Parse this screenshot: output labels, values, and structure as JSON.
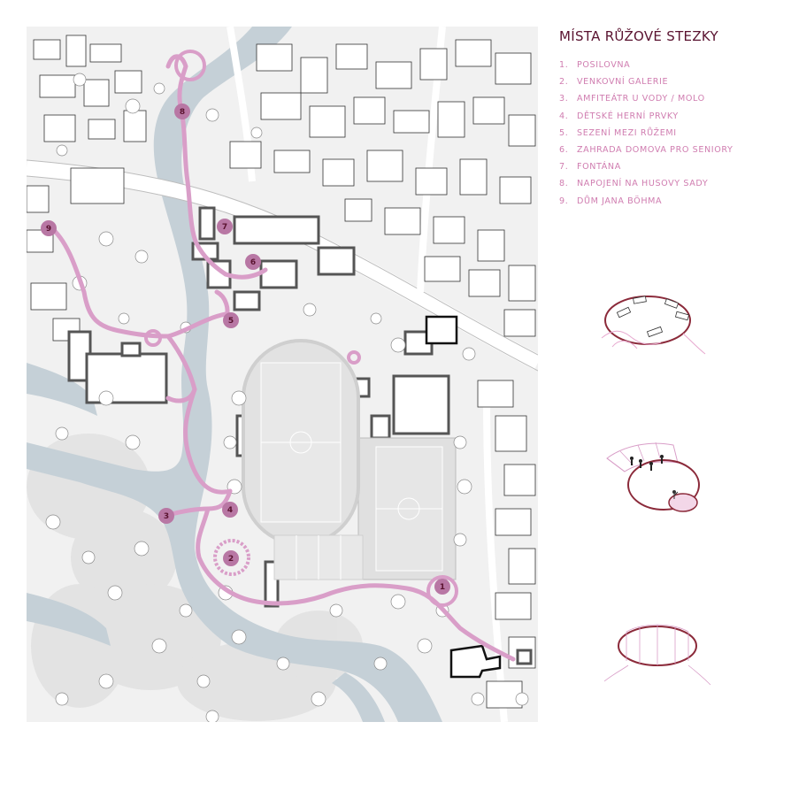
{
  "legend": {
    "title": "MÍSTA RŮŽOVÉ STEZKY",
    "items": [
      {
        "number": "1.",
        "label": "POSILOVNA"
      },
      {
        "number": "2.",
        "label": "VENKOVNÍ GALERIE"
      },
      {
        "number": "3.",
        "label": "AMFITEÁTR U VODY / MOLO"
      },
      {
        "number": "4.",
        "label": "DĚTSKÉ HERNÍ PRVKY"
      },
      {
        "number": "5.",
        "label": "SEZENÍ MEZI RŮŽEMI"
      },
      {
        "number": "6.",
        "label": "ZAHRADA DOMOVA PRO SENIORY"
      },
      {
        "number": "7.",
        "label": "FONTÁNA"
      },
      {
        "number": "8.",
        "label": "NAPOJENÍ NA HUSOVY SADY"
      },
      {
        "number": "9.",
        "label": "DŮM JANA BÖHMA"
      }
    ]
  },
  "markers": [
    {
      "label": "1"
    },
    {
      "label": "2"
    },
    {
      "label": "3"
    },
    {
      "label": "4"
    },
    {
      "label": "5"
    },
    {
      "label": "6"
    },
    {
      "label": "7"
    },
    {
      "label": "8"
    },
    {
      "label": "9"
    }
  ],
  "colors": {
    "route": "#d99ec8",
    "marker": "#b877a4",
    "marker_text": "#5a1330",
    "water": "#c5d0d7",
    "title": "#5a1330",
    "legend_text": "#d07db0",
    "sketch_line": "#8b2a3a"
  }
}
